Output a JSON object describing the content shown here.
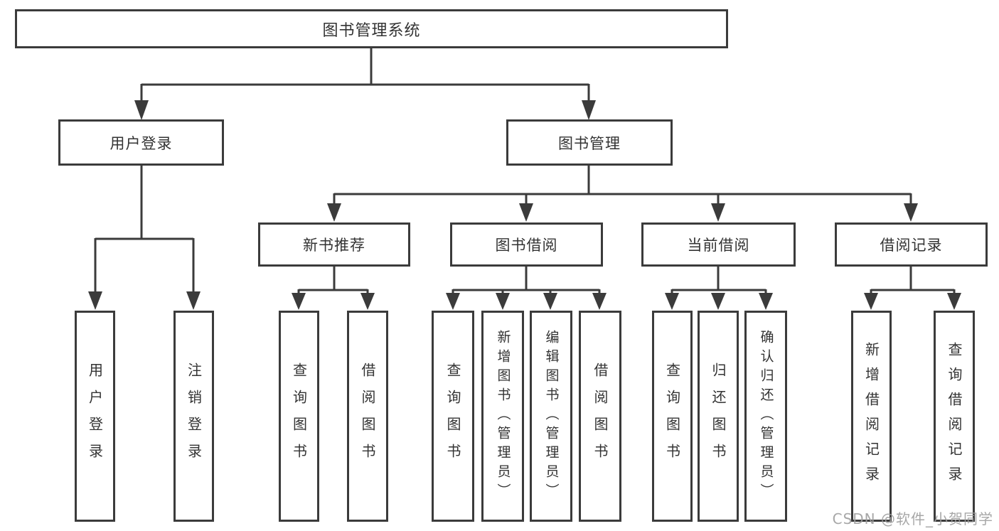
{
  "diagram": {
    "title": "图书管理系统",
    "nodes": {
      "root": "图书管理系统",
      "user_login": "用户登录",
      "book_mgmt": "图书管理",
      "new_book_rec": "新书推荐",
      "book_borrow": "图书借阅",
      "current_borrow": "当前借阅",
      "borrow_records": "借阅记录",
      "leaf_user_login": "用户登录",
      "leaf_logout": "注销登录",
      "leaf_query_book_1": "查询图书",
      "leaf_borrow_book_1": "借阅图书",
      "leaf_query_book_2": "查询图书",
      "leaf_add_book_admin": "新增图书（管理员）",
      "leaf_edit_book_admin": "编辑图书（管理员）",
      "leaf_borrow_book_2": "借阅图书",
      "leaf_query_book_3": "查询图书",
      "leaf_return_book": "归还图书",
      "leaf_confirm_return_admin": "确认归还（管理员）",
      "leaf_add_borrow_record": "新增借阅记录",
      "leaf_query_borrow_record": "查询借阅记录"
    }
  },
  "watermark": {
    "text": "CSDN @软件_小贺同学"
  },
  "colors": {
    "line": "#3b3b3b",
    "text": "#333333",
    "watermark": "#9e9e9e",
    "background": "#ffffff"
  }
}
